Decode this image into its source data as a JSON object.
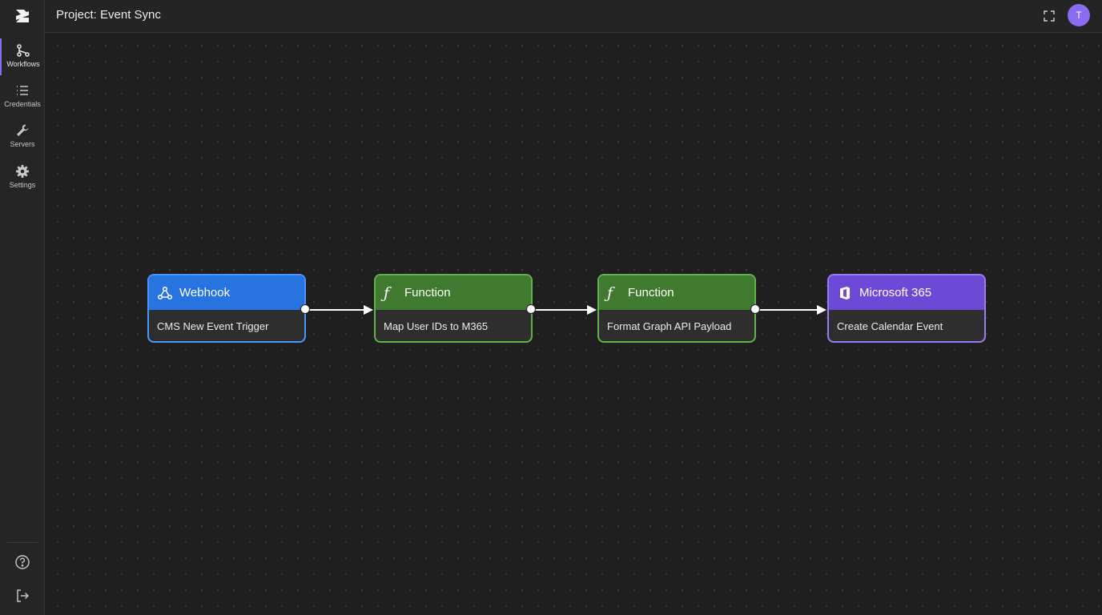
{
  "header": {
    "project_title": "Project: Event Sync",
    "avatar_initial": "T"
  },
  "sidebar": {
    "items": [
      {
        "label": "Workflows",
        "icon": "workflow-icon",
        "active": true
      },
      {
        "label": "Credentials",
        "icon": "list-icon",
        "active": false
      },
      {
        "label": "Servers",
        "icon": "wrench-icon",
        "active": false
      },
      {
        "label": "Settings",
        "icon": "gear-icon",
        "active": false
      }
    ],
    "bottom": [
      {
        "icon": "help-icon"
      },
      {
        "icon": "logout-icon"
      }
    ]
  },
  "workflow": {
    "nodes": [
      {
        "type": "Webhook",
        "label": "CMS New Event Trigger",
        "icon": "webhook-icon",
        "color": "#2773e0"
      },
      {
        "type": "Function",
        "label": "Map User IDs to M365",
        "icon": "function-icon",
        "color": "#3f7a2e"
      },
      {
        "type": "Function",
        "label": "Format Graph API Payload",
        "icon": "function-icon",
        "color": "#3f7a2e"
      },
      {
        "type": "Microsoft 365",
        "label": "Create Calendar Event",
        "icon": "office-icon",
        "color": "#6d4ad6"
      }
    ]
  },
  "colors": {
    "accent": "#8a6cf0",
    "canvas_bg": "#1f1f1f"
  }
}
